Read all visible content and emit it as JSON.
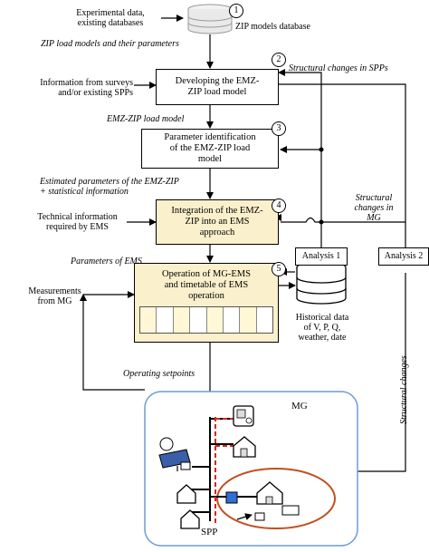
{
  "inputs": {
    "experimental_data": "Experimental data,\nexisting databases",
    "zip_db_label": "ZIP models database",
    "zip_load_models": "ZIP load models and their parameters",
    "surveys": "Information from surveys\nand/or existing SPPs",
    "emz_zip_model": "EMZ-ZIP load model",
    "estimated_params": "Estimated parameters of the EMZ-ZIP\n+ statistical information",
    "technical_info": "Technical information\nrequired by EMS",
    "params_ems": "Parameters of EMS",
    "measurements": "Measurements\nfrom MG",
    "operating_setpoints": "Operating setpoints"
  },
  "steps": [
    {
      "number": "1",
      "label": ""
    },
    {
      "number": "2",
      "label": "Developing the EMZ-\nZIP load model"
    },
    {
      "number": "3",
      "label": "Parameter identification\nof the EMZ-ZIP load\nmodel"
    },
    {
      "number": "4",
      "label": "Integration of the EMZ-\nZIP into an EMS\napproach"
    },
    {
      "number": "5",
      "label": "Operation of MG-EMS\nand timetable of EMS\noperation"
    }
  ],
  "feedback": {
    "structural_spp": "Structural changes in SPPs",
    "structural_mg": "Structural\nchanges in\nMG",
    "structural_changes": "Structural changes",
    "analysis1": "Analysis 1",
    "analysis2": "Analysis 2",
    "historical": "Historical data\nof V, P, Q,\nweather, date"
  },
  "grid": {
    "mg_label": "MG",
    "spp_label": "SPP"
  },
  "colors": {
    "yellow_fill": "#fbf0cc",
    "grid_line": "#d7261e",
    "mg_border": "#6f9bd1",
    "spp_border": "#c0501f",
    "device_blue": "#2f6fd6"
  }
}
